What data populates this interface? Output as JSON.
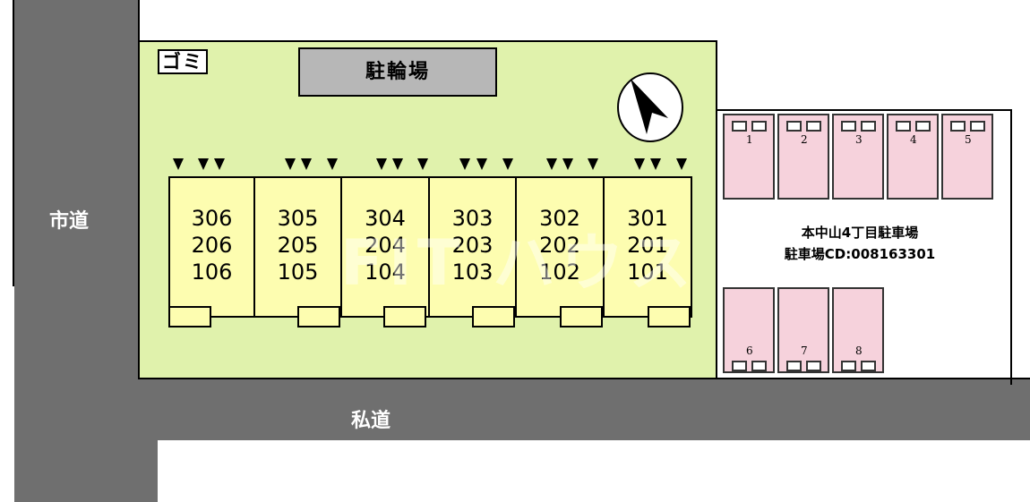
{
  "labels": {
    "garbage": "ゴミ",
    "bicycle_parking": "駐輪場",
    "city_road": "市道",
    "private_road": "私道"
  },
  "buildings": [
    {
      "floors": [
        "306",
        "206",
        "106"
      ]
    },
    {
      "floors": [
        "305",
        "205",
        "105"
      ]
    },
    {
      "floors": [
        "304",
        "204",
        "104"
      ]
    },
    {
      "floors": [
        "303",
        "203",
        "103"
      ]
    },
    {
      "floors": [
        "302",
        "202",
        "102"
      ]
    },
    {
      "floors": [
        "301",
        "201",
        "101"
      ]
    }
  ],
  "parking": {
    "name": "本中山4丁目駐車場",
    "code": "駐車場CD:008163301",
    "top_slots": [
      "1",
      "2",
      "3",
      "4",
      "5"
    ],
    "bottom_slots": [
      "6",
      "7",
      "8"
    ]
  },
  "compass": "north-arrow-icon",
  "watermark": "FIT ハウス",
  "colors": {
    "lot": "#e0f2ac",
    "unit": "#fdfdb0",
    "parking_slot": "#f6d2dc",
    "road": "#6f6f6f",
    "bike_shelter": "#b7b7b7"
  }
}
